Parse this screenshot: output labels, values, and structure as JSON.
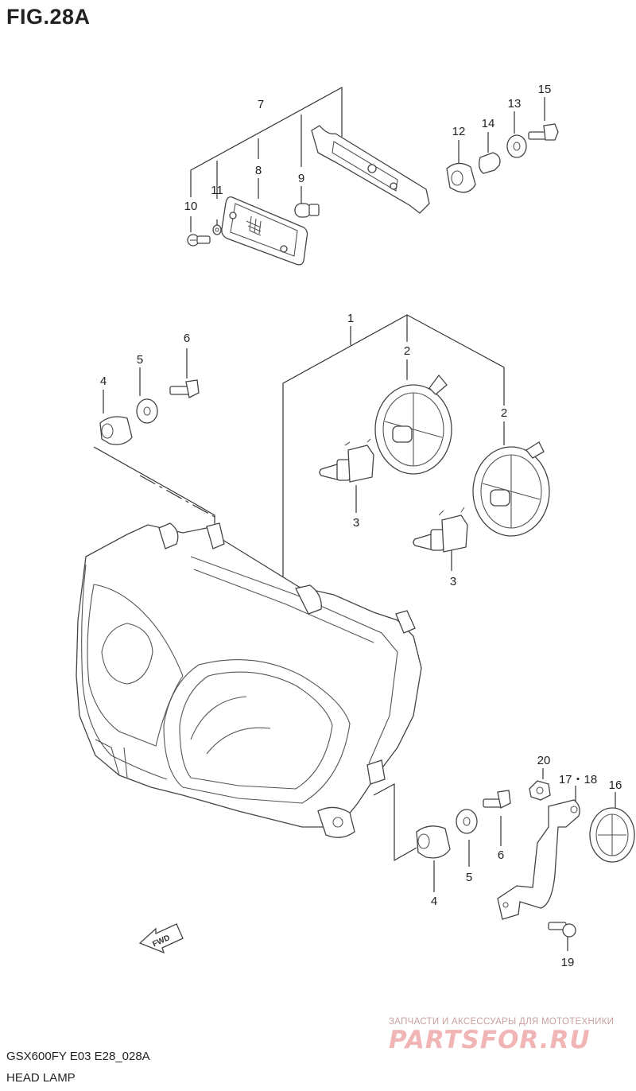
{
  "figure": {
    "title": "FIG.28A",
    "code": "GSX600FY E03 E28_028A",
    "caption": "HEAD LAMP"
  },
  "callouts": {
    "n1": "1",
    "n2a": "2",
    "n2b": "2",
    "n3a": "3",
    "n3b": "3",
    "n4a": "4",
    "n4b": "4",
    "n5a": "5",
    "n5b": "5",
    "n6a": "6",
    "n6b": "6",
    "n7": "7",
    "n8": "8",
    "n9": "9",
    "n10": "10",
    "n11": "11",
    "n12": "12",
    "n13": "13",
    "n14": "14",
    "n15": "15",
    "n16": "16",
    "n1718": "17・18",
    "n19": "19",
    "n20": "20"
  },
  "fwd_label": "FWD",
  "watermark": {
    "text": "ЗАПЧАСТИ И АКСЕССУАРЫ ДЛЯ МОТОТЕХНИКИ",
    "logo": "PARTSFOR.RU"
  }
}
